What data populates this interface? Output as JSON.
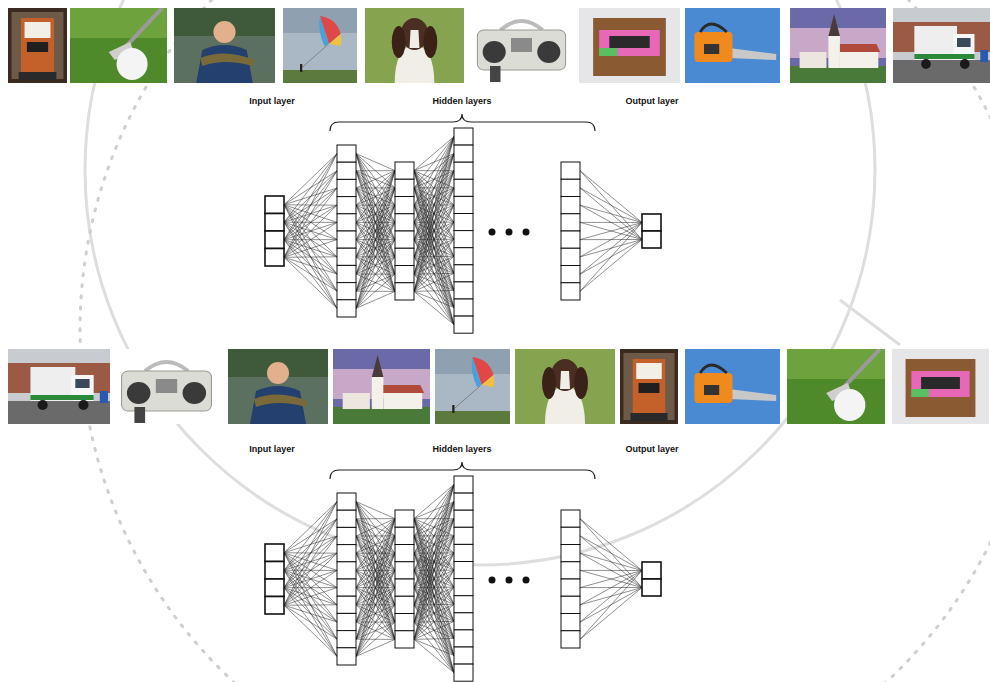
{
  "diagram": {
    "labels": [
      "Input layer",
      "Hidden layers",
      "Output layer",
      "Input layer",
      "Hidden layers",
      "Output layer"
    ]
  }
}
